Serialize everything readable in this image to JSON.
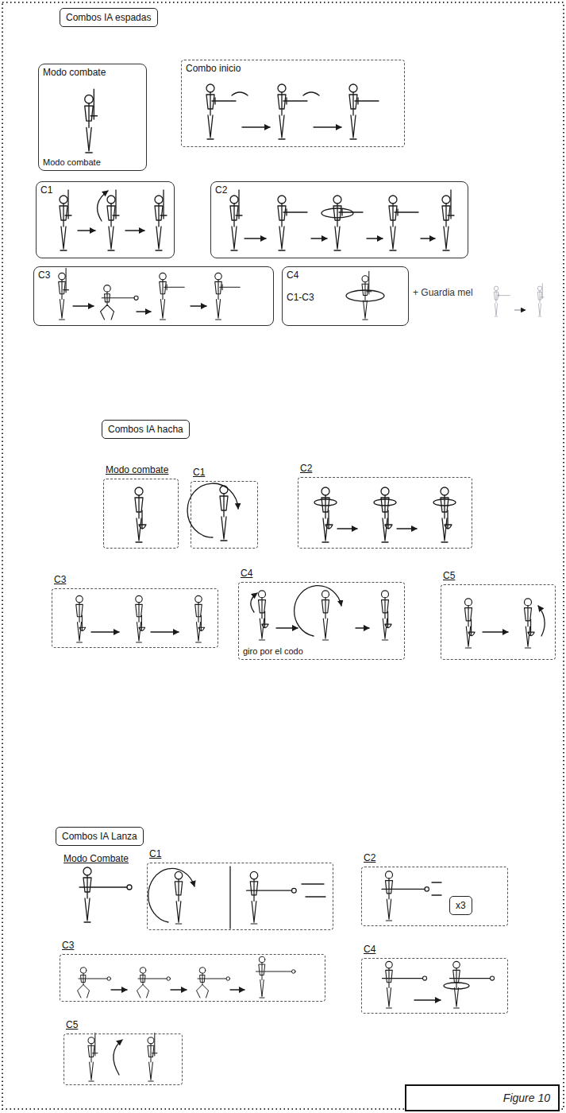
{
  "diagram": {
    "caption": "Figure 10",
    "nodes": [
      {
        "text": [
          "Combos IA espadas"
        ]
      },
      {
        "text": [
          "Modo combate",
          "Modo combate"
        ]
      },
      {
        "text": [
          "Combo inicio"
        ]
      },
      {
        "text": [
          "C1"
        ]
      },
      {
        "text": [
          "C2"
        ]
      },
      {
        "text": [
          "C3"
        ]
      },
      {
        "text": [
          "C4",
          "C1-C3"
        ]
      },
      {
        "text": [
          "Combos IA hacha"
        ]
      },
      {
        "text": [
          "Modo combate"
        ]
      },
      {
        "text": [
          "C1"
        ]
      },
      {
        "text": [
          "C2"
        ]
      },
      {
        "text": [
          "C3"
        ]
      },
      {
        "text": [
          "C4",
          "giro por el codo"
        ]
      },
      {
        "text": [
          "C5"
        ]
      },
      {
        "text": [
          "Combos IA Lanza"
        ]
      },
      {
        "text": [
          "Modo Combate"
        ]
      },
      {
        "text": [
          "C1"
        ]
      },
      {
        "text": [
          "C2"
        ]
      },
      {
        "text": [
          "x3"
        ],
        "in": 17
      },
      {
        "text": [
          "C3"
        ]
      },
      {
        "text": [
          "C4"
        ]
      },
      {
        "text": [
          "C5"
        ]
      }
    ],
    "labels": [
      "+ Guardia mel"
    ]
  }
}
